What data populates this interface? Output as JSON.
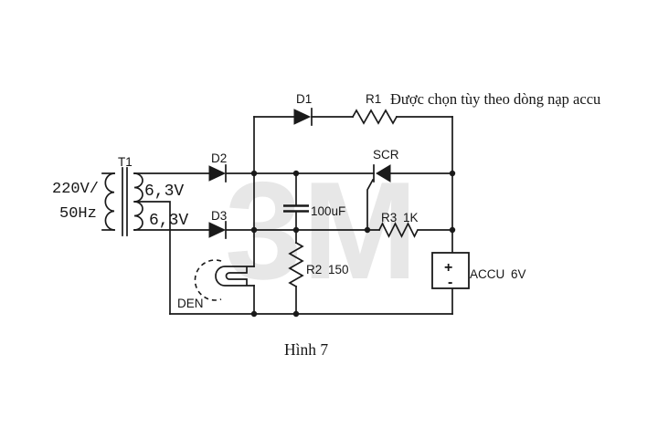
{
  "diagram": {
    "caption": "Hình 7",
    "watermark": "3M",
    "annotation": "Được chọn tùy theo dòng nạp accu",
    "source": {
      "line1": "220V/",
      "line2": "50Hz"
    },
    "transformer": {
      "name": "T1",
      "winding_top": "6,3V",
      "winding_bottom": "6,3V"
    },
    "components": {
      "d1": "D1",
      "d2": "D2",
      "d3": "D3",
      "scr": "SCR",
      "capacitor": "100uF",
      "r1": "R1",
      "r2": "R2 150",
      "r3": "R3 1K",
      "lamp": "DEN",
      "battery": "ACCU 6V",
      "battery_plus": "+",
      "battery_minus": "-"
    }
  },
  "colors": {
    "line": "#1a1a1a",
    "background": "#ffffff",
    "watermark": "#e7e7e7"
  }
}
